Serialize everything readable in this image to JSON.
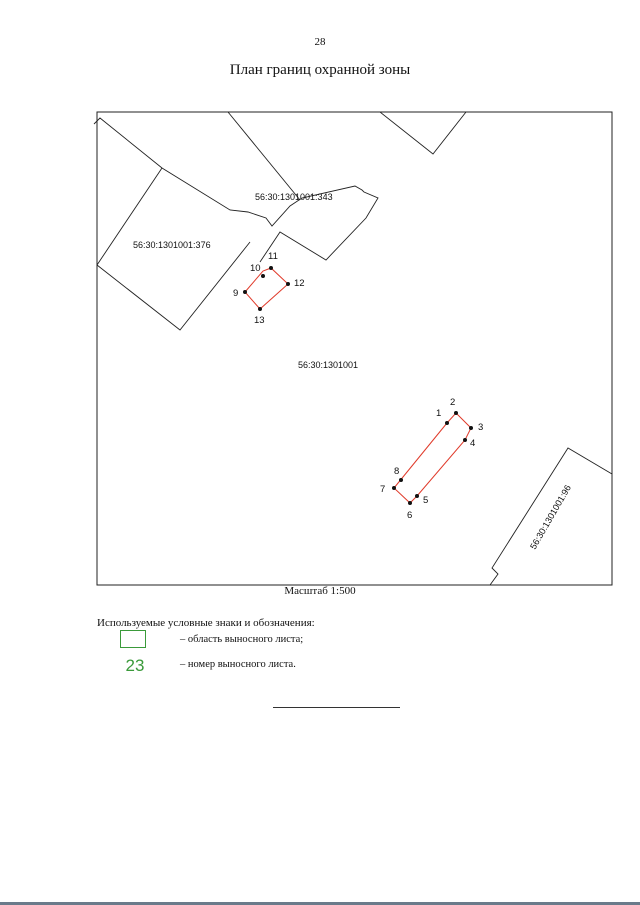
{
  "page_number": "28",
  "title": "План границ охранной зоны",
  "scale_label": "Масштаб 1:500",
  "parcels": {
    "main": "56:30:1301001",
    "p343": "56:30:1301001:343",
    "p376": "56:30:1301001:376",
    "p96": "56:30:1301001:96"
  },
  "zone1_points": [
    "9",
    "10",
    "11",
    "12",
    "13"
  ],
  "zone2_points": [
    "1",
    "2",
    "3",
    "4",
    "5",
    "6",
    "7",
    "8"
  ],
  "legend": {
    "heading": "Используемые условные знаки и обозначения:",
    "items": [
      {
        "label": "– область выносного листа;"
      },
      {
        "sample_number": "23",
        "label": "– номер выносного листа."
      }
    ]
  },
  "colors": {
    "boundary": "#222222",
    "zone": "#e03a2a",
    "legend": "#3a9a3a"
  }
}
